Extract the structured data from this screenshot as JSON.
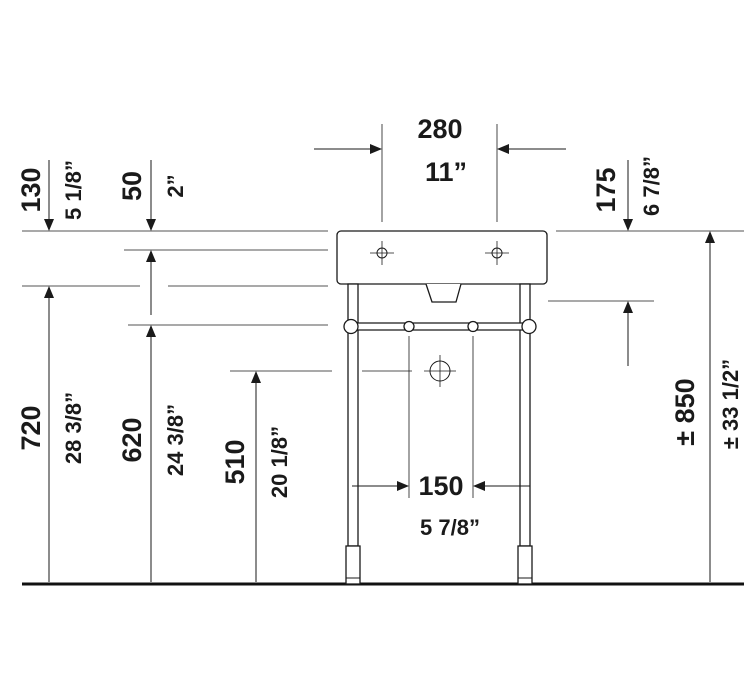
{
  "dimensions": {
    "tap_spacing_mm": "280",
    "tap_spacing_in": "11”",
    "top_130_mm": "130",
    "top_130_in": "5 1/8”",
    "top_50_mm": "50",
    "top_50_in": "2”",
    "top_175_mm": "175",
    "top_175_in": "6 7/8”",
    "height_720_mm": "720",
    "height_720_in": "28 3/8”",
    "height_620_mm": "620",
    "height_620_in": "24 3/8”",
    "height_510_mm": "510",
    "height_510_in": "20 1/8”",
    "waste_spacing_mm": "150",
    "waste_spacing_in": "5 7/8”",
    "height_850_mm": "± 850",
    "height_850_in": "± 33 1/2”"
  }
}
